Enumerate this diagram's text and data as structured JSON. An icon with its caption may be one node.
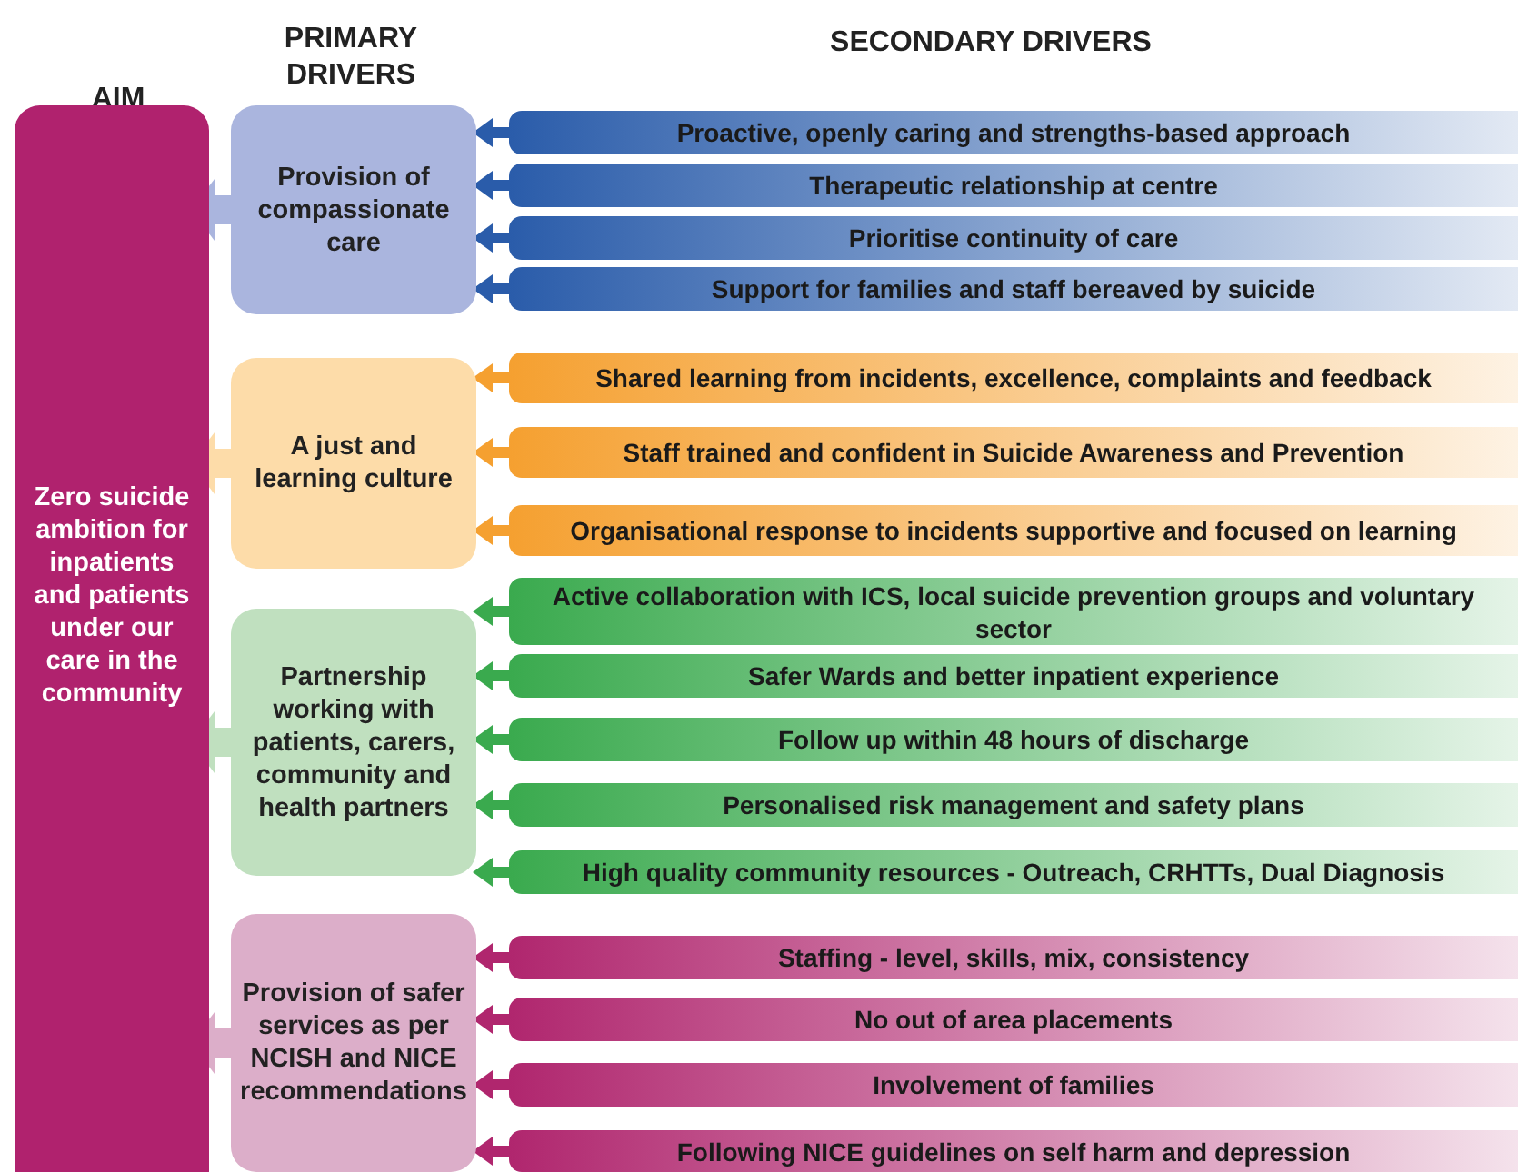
{
  "diagram": {
    "nodes": [
      {
        "text": [
          "Zero suicide ambition for inpatients and patients under our care in the community"
        ]
      },
      {
        "text": [
          "Provision of compassionate care"
        ]
      },
      {
        "text": [
          "Proactive, openly caring and strengths-based approach"
        ]
      },
      {
        "text": [
          "Therapeutic relationship at centre"
        ]
      },
      {
        "text": [
          "Prioritise continuity of care"
        ]
      },
      {
        "text": [
          "Support for families and staff bereaved by suicide"
        ]
      },
      {
        "text": [
          "A just and learning culture"
        ]
      },
      {
        "text": [
          "Shared learning from incidents, excellence, complaints and feedback"
        ]
      },
      {
        "text": [
          "Staff trained and confident in Suicide Awareness and Prevention"
        ]
      },
      {
        "text": [
          "Organisational response to incidents supportive and focused on learning"
        ]
      },
      {
        "text": [
          "Partnership working with patients, carers, community and health partners"
        ]
      },
      {
        "text": [
          "Active collaboration with ICS, local suicide prevention groups and voluntary sector"
        ]
      },
      {
        "text": [
          "Safer Wards and better inpatient experience"
        ]
      },
      {
        "text": [
          "Follow up within 48 hours of discharge"
        ]
      },
      {
        "text": [
          "Personalised risk management and safety plans"
        ]
      },
      {
        "text": [
          "High quality community resources - Outreach, CRHTTs, Dual Diagnosis"
        ]
      },
      {
        "text": [
          "Provision of safer services as per NCISH and NICE recommendations"
        ]
      },
      {
        "text": [
          "Staffing - level, skills, mix, consistency"
        ]
      },
      {
        "text": [
          "No out of area placements"
        ]
      },
      {
        "text": [
          "Involvement of families"
        ]
      },
      {
        "text": [
          "Following NICE guidelines on self harm and depression"
        ]
      }
    ],
    "edges": [
      {
        "from": 1,
        "to": 0,
        "arrow": "to",
        "style": "thick",
        "color": "#aab5de"
      },
      {
        "from": 2,
        "to": 1,
        "arrow": "to",
        "color": "#2a5caa"
      },
      {
        "from": 3,
        "to": 1,
        "arrow": "to",
        "color": "#2a5caa"
      },
      {
        "from": 4,
        "to": 1,
        "arrow": "to",
        "color": "#2a5caa"
      },
      {
        "from": 5,
        "to": 1,
        "arrow": "to",
        "color": "#2a5caa"
      },
      {
        "from": 6,
        "to": 0,
        "arrow": "to",
        "style": "thick",
        "color": "#fddca9"
      },
      {
        "from": 7,
        "to": 6,
        "arrow": "to",
        "color": "#f5a030"
      },
      {
        "from": 8,
        "to": 6,
        "arrow": "to",
        "color": "#f5a030"
      },
      {
        "from": 9,
        "to": 6,
        "arrow": "to",
        "color": "#f5a030"
      },
      {
        "from": 10,
        "to": 0,
        "arrow": "to",
        "style": "thick",
        "color": "#c0e0bf"
      },
      {
        "from": 11,
        "to": 10,
        "arrow": "to",
        "color": "#3aaa4e"
      },
      {
        "from": 12,
        "to": 10,
        "arrow": "to",
        "color": "#3aaa4e"
      },
      {
        "from": 13,
        "to": 10,
        "arrow": "to",
        "color": "#3aaa4e"
      },
      {
        "from": 14,
        "to": 10,
        "arrow": "to",
        "color": "#3aaa4e"
      },
      {
        "from": 15,
        "to": 10,
        "arrow": "to",
        "color": "#3aaa4e"
      },
      {
        "from": 16,
        "to": 0,
        "arrow": "to",
        "style": "thick",
        "color": "#dcaec9"
      },
      {
        "from": 17,
        "to": 16,
        "arrow": "to",
        "color": "#b0266e"
      },
      {
        "from": 18,
        "to": 16,
        "arrow": "to",
        "color": "#b0266e"
      },
      {
        "from": 19,
        "to": 16,
        "arrow": "to",
        "color": "#b0266e"
      },
      {
        "from": 20,
        "to": 16,
        "arrow": "to",
        "color": "#b0266e"
      }
    ],
    "labels": [
      "AIM",
      "PRIMARY DRIVERS",
      "SECONDARY DRIVERS"
    ]
  }
}
